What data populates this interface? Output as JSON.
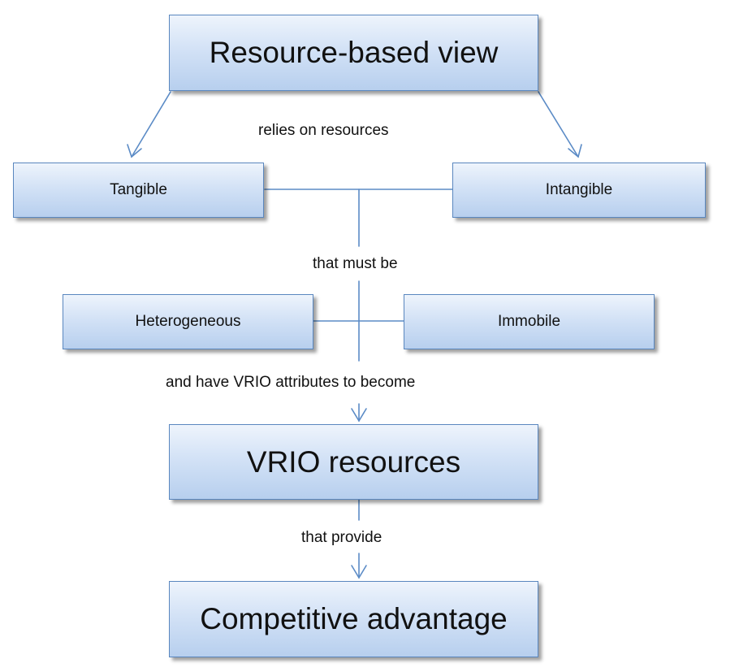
{
  "nodes": {
    "root": "Resource-based view",
    "tangible": "Tangible",
    "intangible": "Intangible",
    "heterogeneous": "Heterogeneous",
    "immobile": "Immobile",
    "vrio": "VRIO resources",
    "competitive": "Competitive advantage"
  },
  "edge_labels": {
    "relies": "relies on resources",
    "must_be": "that must be",
    "and_have": "and have VRIO attributes to become",
    "provide": "that provide"
  },
  "colors": {
    "box_top": "#eef4fc",
    "box_bottom": "#b7cfee",
    "box_border": "#5a87bf",
    "connector": "#5b8bc6"
  }
}
